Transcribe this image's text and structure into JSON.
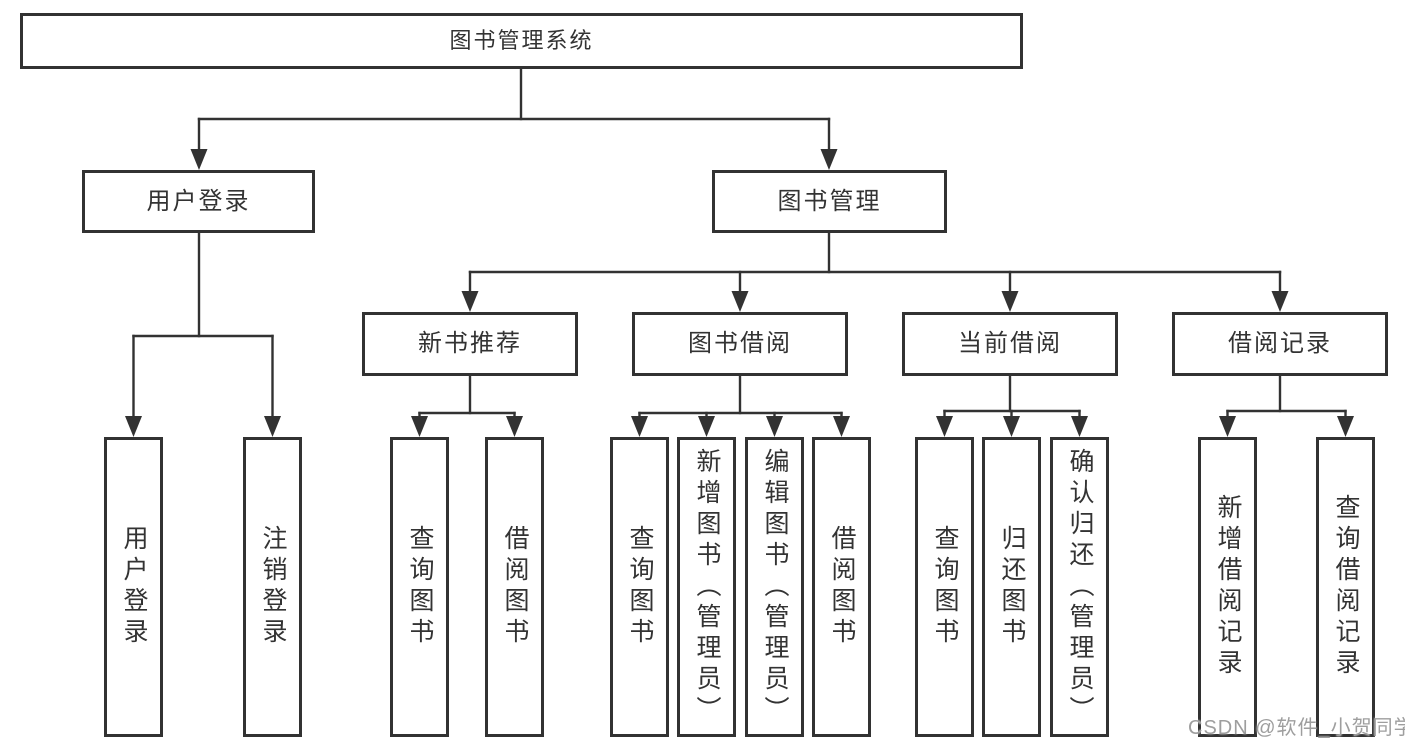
{
  "colors": {
    "box_border": "#323232",
    "connector_line": "#323232",
    "label_text": "#333333",
    "watermark_text": "#9e9e9e",
    "background": "#ffffff"
  },
  "watermark": "CSDN @软件_小贺同学",
  "tree": {
    "root": {
      "label": "图书管理系统",
      "children": [
        {
          "label": "用户登录",
          "children": [
            {
              "label": "用户登录"
            },
            {
              "label": "注销登录"
            }
          ]
        },
        {
          "label": "图书管理",
          "children": [
            {
              "label": "新书推荐",
              "children": [
                {
                  "label": "查询图书"
                },
                {
                  "label": "借阅图书"
                }
              ]
            },
            {
              "label": "图书借阅",
              "children": [
                {
                  "label": "查询图书"
                },
                {
                  "label": "新增图书（管理员）"
                },
                {
                  "label": "编辑图书（管理员）"
                },
                {
                  "label": "借阅图书"
                }
              ]
            },
            {
              "label": "当前借阅",
              "children": [
                {
                  "label": "查询图书"
                },
                {
                  "label": "归还图书"
                },
                {
                  "label": "确认归还（管理员）"
                }
              ]
            },
            {
              "label": "借阅记录",
              "children": [
                {
                  "label": "新增借阅记录"
                },
                {
                  "label": "查询借阅记录"
                }
              ]
            }
          ]
        }
      ]
    }
  }
}
